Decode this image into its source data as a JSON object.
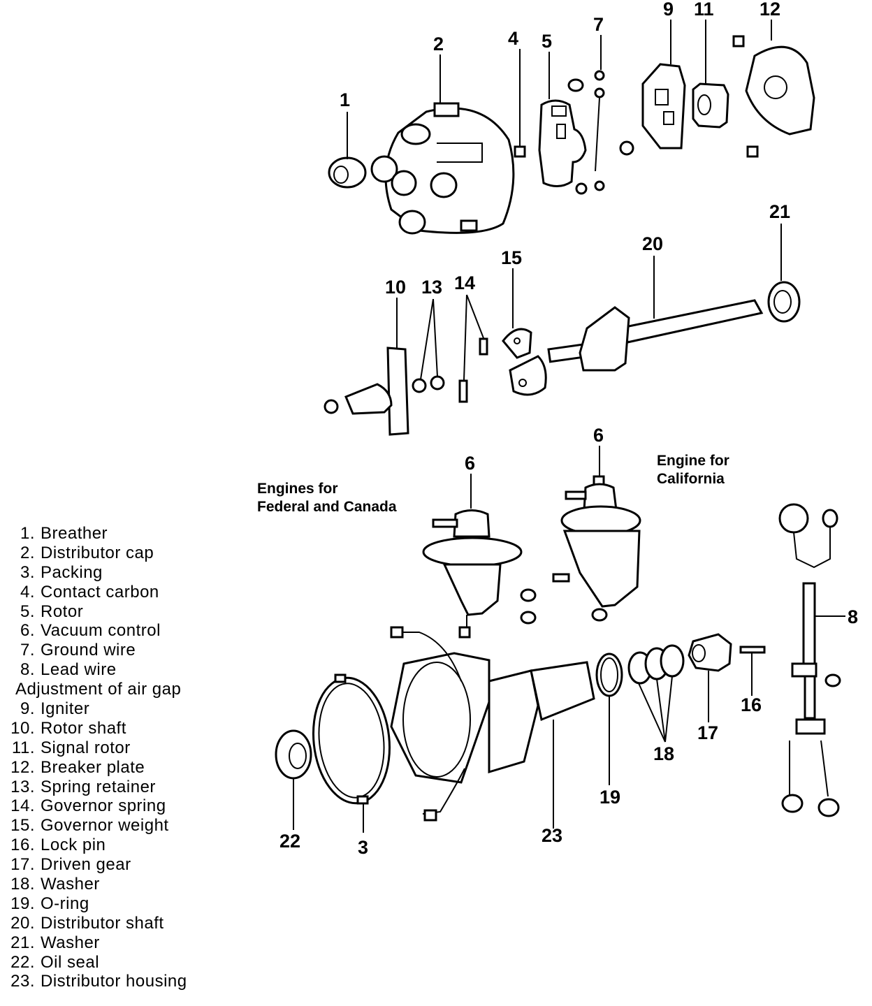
{
  "captions": {
    "federal_line1": "Engines for",
    "federal_line2": "Federal and Canada",
    "california_line1": "Engine for",
    "california_line2": "California"
  },
  "legend": {
    "items": [
      {
        "n": "1.",
        "label": "Breather"
      },
      {
        "n": "2.",
        "label": "Distributor cap"
      },
      {
        "n": "3.",
        "label": "Packing"
      },
      {
        "n": "4.",
        "label": "Contact carbon"
      },
      {
        "n": "5.",
        "label": "Rotor"
      },
      {
        "n": "6.",
        "label": "Vacuum control"
      },
      {
        "n": "7.",
        "label": "Ground wire"
      },
      {
        "n": "8.",
        "label": "Lead wire"
      }
    ],
    "note": "Adjustment of air gap",
    "items2": [
      {
        "n": "9.",
        "label": "Igniter"
      },
      {
        "n": "10.",
        "label": "Rotor shaft"
      },
      {
        "n": "11.",
        "label": "Signal rotor"
      },
      {
        "n": "12.",
        "label": "Breaker plate"
      },
      {
        "n": "13.",
        "label": "Spring retainer"
      },
      {
        "n": "14.",
        "label": "Governor spring"
      },
      {
        "n": "15.",
        "label": "Governor weight"
      },
      {
        "n": "16.",
        "label": "Lock pin"
      },
      {
        "n": "17.",
        "label": "Driven gear"
      },
      {
        "n": "18.",
        "label": "Washer"
      },
      {
        "n": "19.",
        "label": "O-ring"
      },
      {
        "n": "20.",
        "label": "Distributor shaft"
      },
      {
        "n": "21.",
        "label": "Washer"
      },
      {
        "n": "22.",
        "label": "Oil seal"
      },
      {
        "n": "23.",
        "label": "Distributor housing"
      }
    ]
  },
  "callouts": {
    "c1": "1",
    "c2": "2",
    "c3": "3",
    "c4": "4",
    "c5": "5",
    "c6a": "6",
    "c6b": "6",
    "c7": "7",
    "c8": "8",
    "c9": "9",
    "c10": "10",
    "c11": "11",
    "c12": "12",
    "c13": "13",
    "c14": "14",
    "c15": "15",
    "c16": "16",
    "c17": "17",
    "c18": "18",
    "c19": "19",
    "c20": "20",
    "c21": "21",
    "c22": "22",
    "c23": "23"
  }
}
